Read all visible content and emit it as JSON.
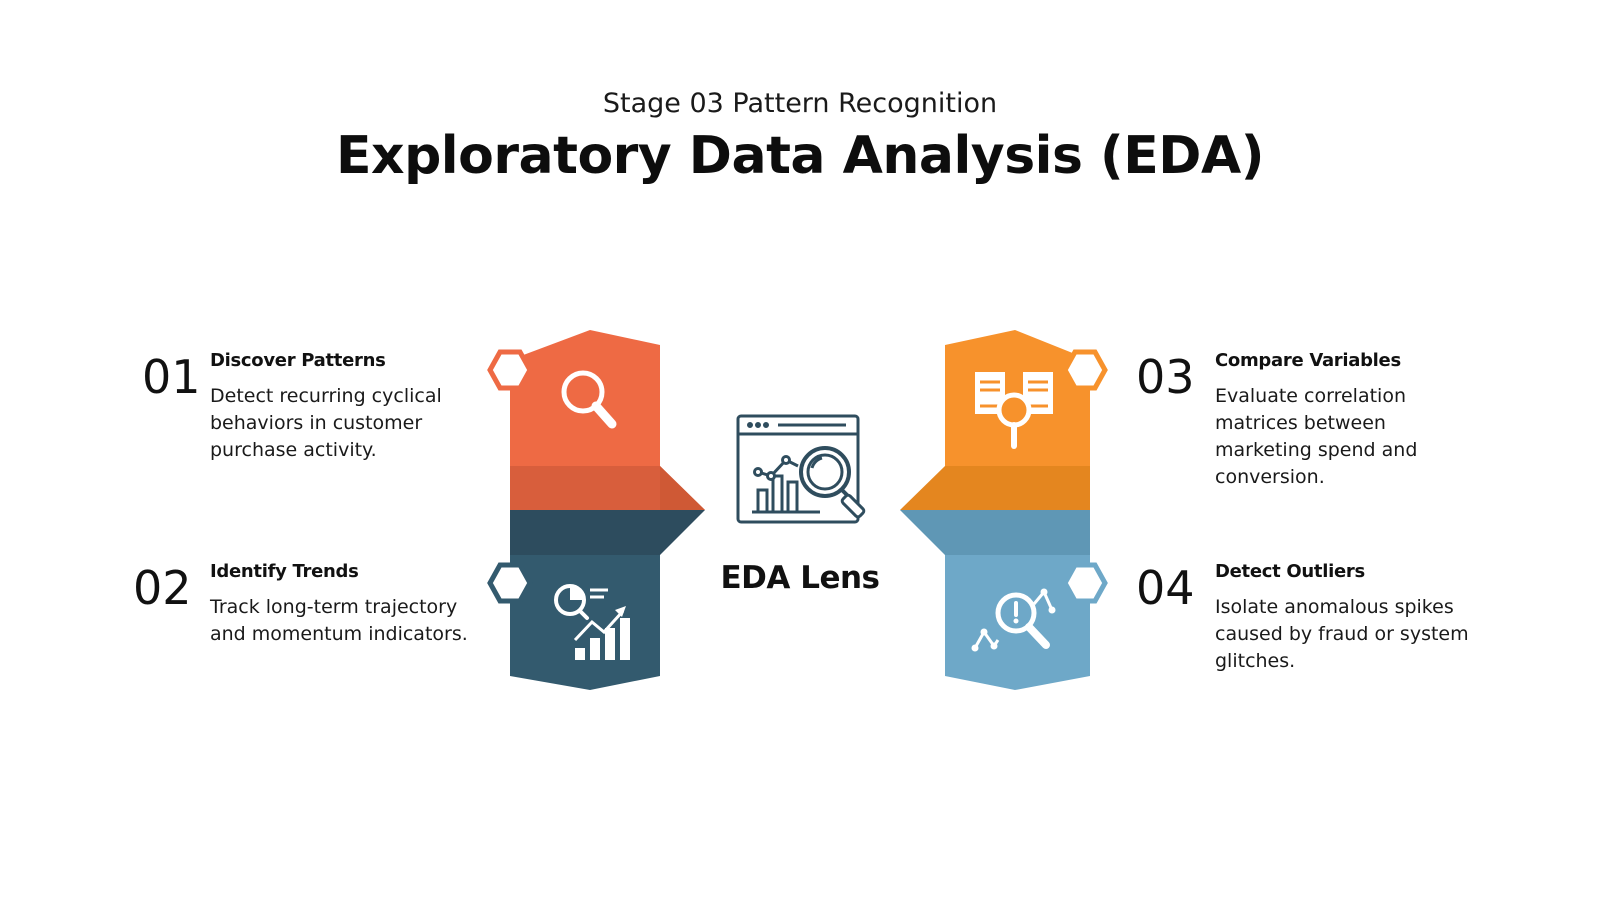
{
  "header": {
    "subtitle": "Stage 03 Pattern Recognition",
    "title": "Exploratory Data Analysis (EDA)"
  },
  "center": {
    "label": "EDA Lens",
    "icon": "data-dashboard-magnifier-icon"
  },
  "items": [
    {
      "number": "01",
      "title": "Discover Patterns",
      "description": "Detect recurring cyclical behaviors in customer purchase activity.",
      "icon": "magnifying-glass-icon",
      "color": "#EE6A44"
    },
    {
      "number": "02",
      "title": "Identify Trends",
      "description": "Track long-term trajectory and momentum indicators.",
      "icon": "trend-chart-icon",
      "color": "#335A6E"
    },
    {
      "number": "03",
      "title": "Compare Variables",
      "description": "Evaluate correlation matrices between marketing spend and conversion.",
      "icon": "document-compare-icon",
      "color": "#F7922C"
    },
    {
      "number": "04",
      "title": "Detect Outliers",
      "description": "Isolate anomalous spikes caused by fraud or system glitches.",
      "icon": "anomaly-search-icon",
      "color": "#6EA8C8"
    }
  ]
}
